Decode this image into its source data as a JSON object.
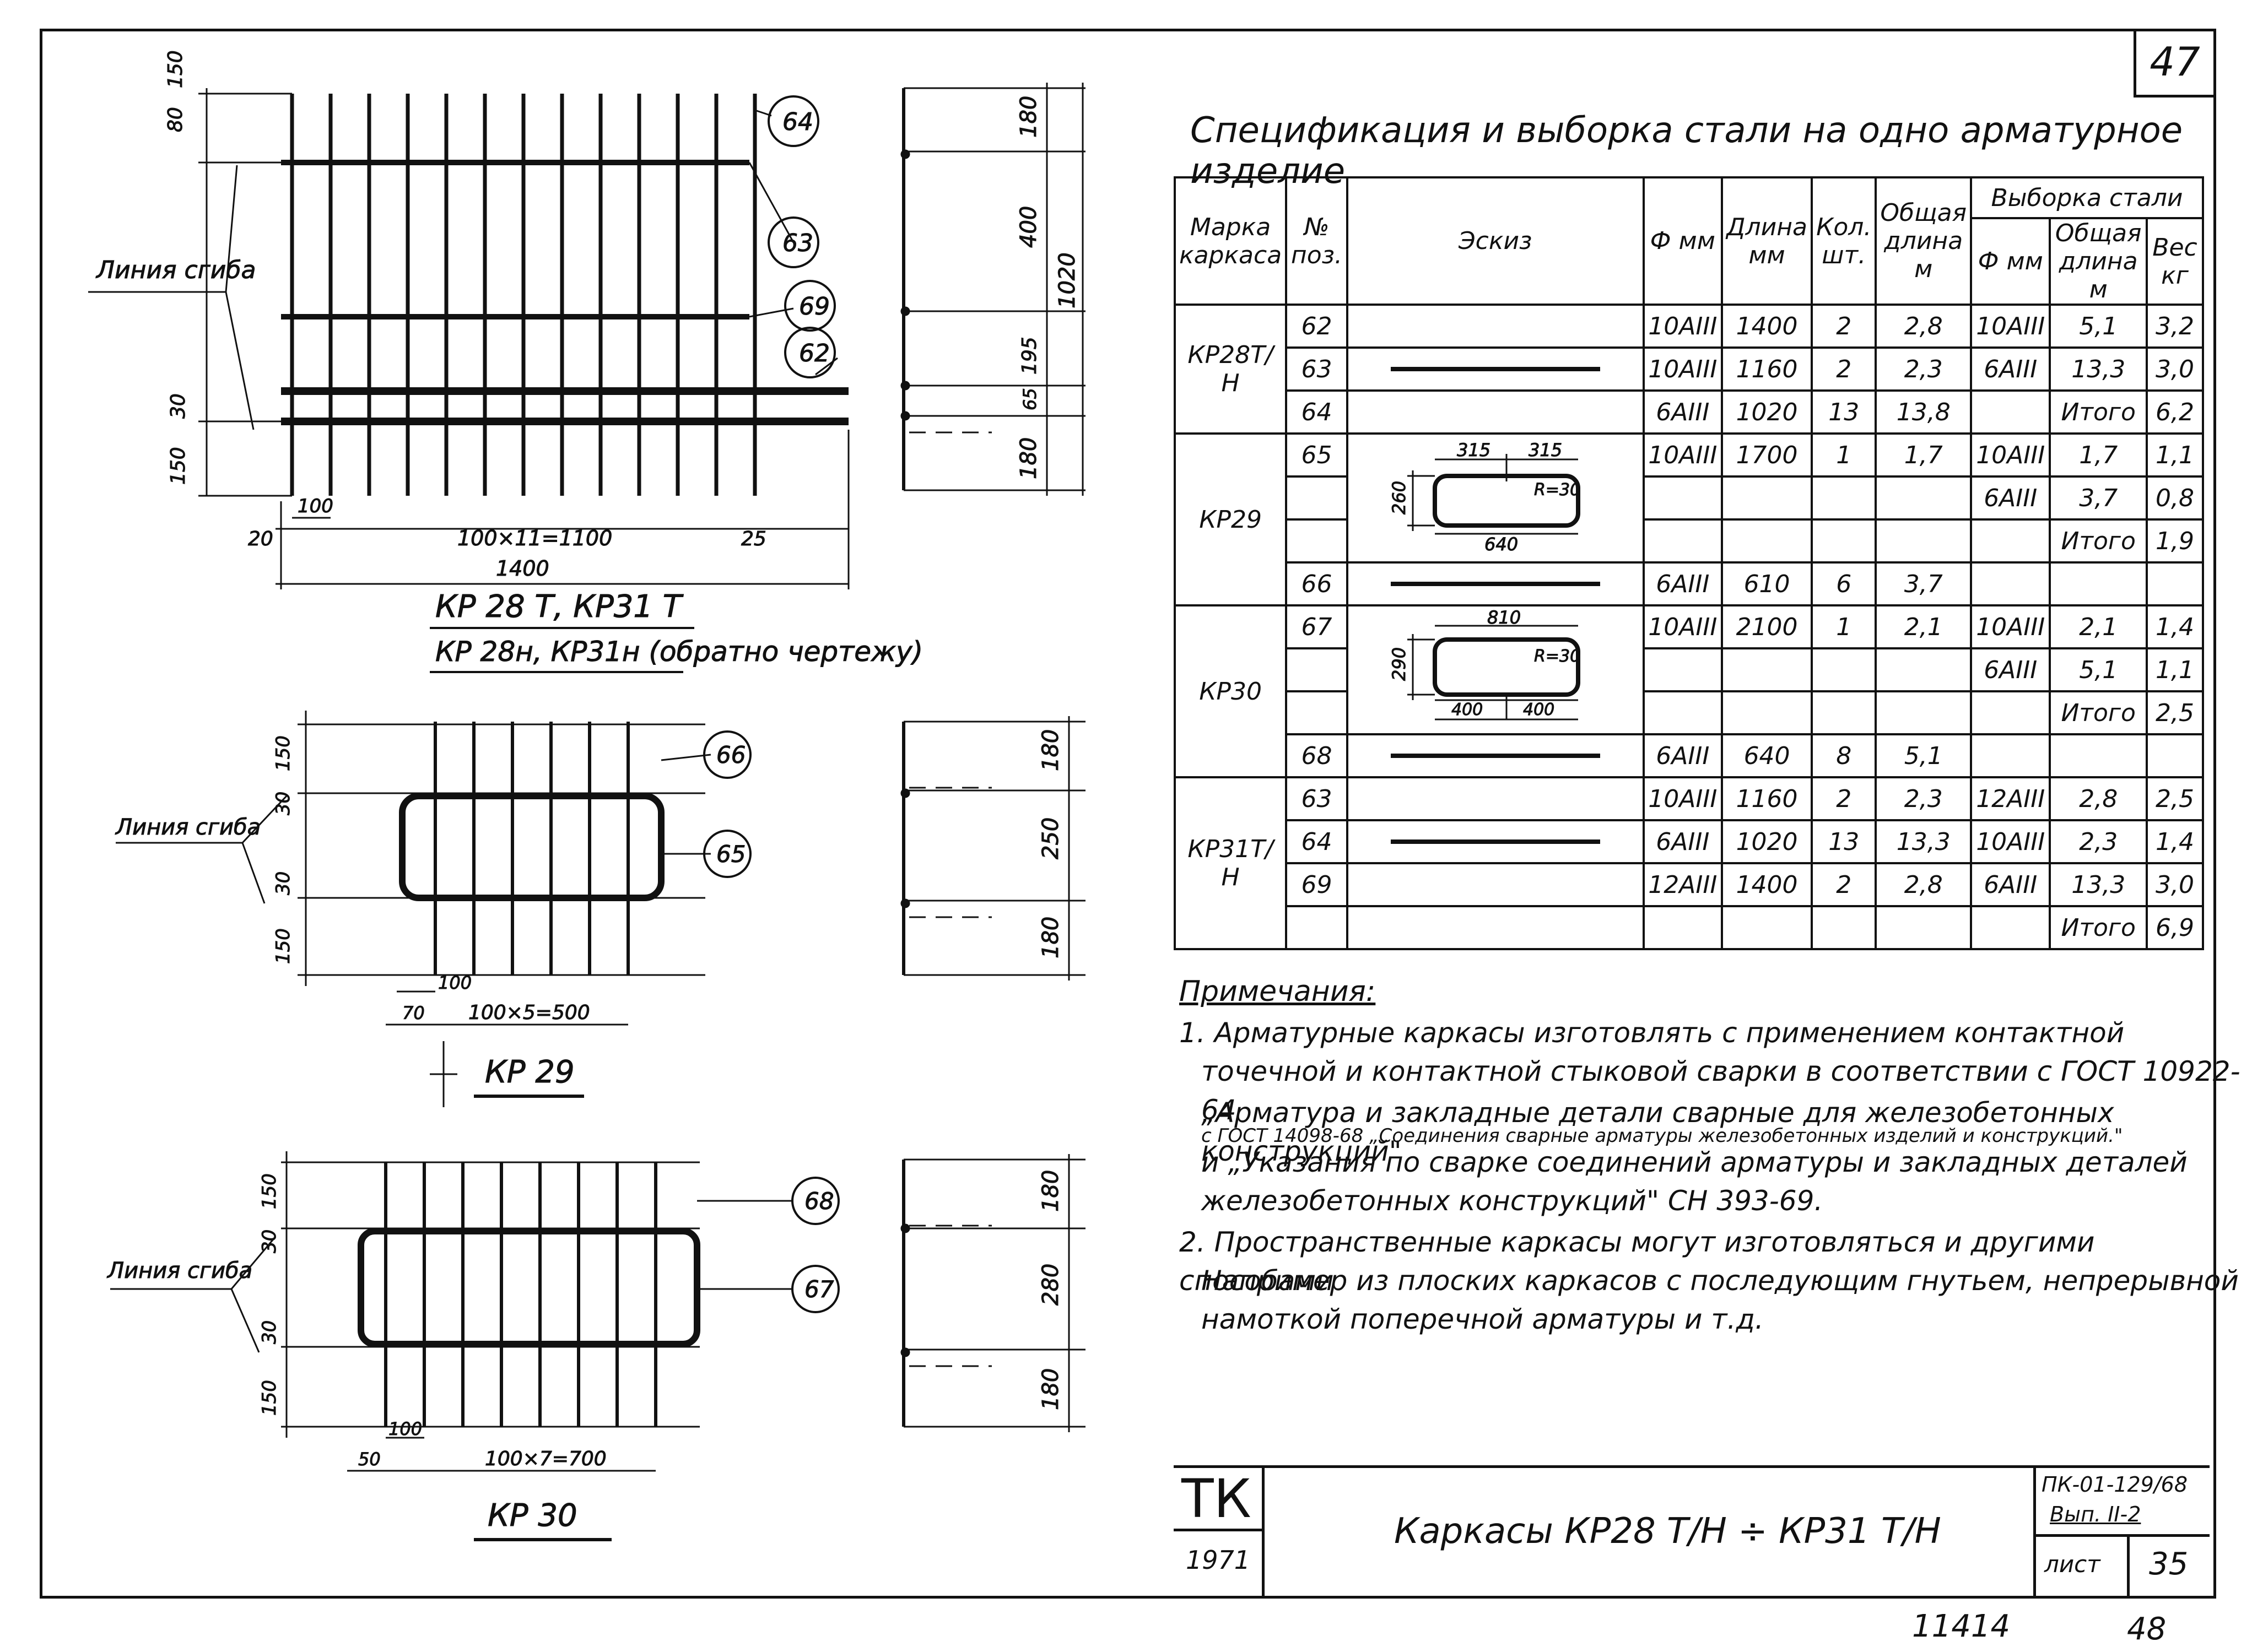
{
  "sheet_number": "47",
  "spec": {
    "title": "Спецификация и выборка стали на одно арматурное изделие",
    "headers": {
      "mark": "Марка каркаса",
      "pos": "№ поз.",
      "sketch": "Эскиз",
      "dia": "Ф мм",
      "length": "Длина мм",
      "qty": "Кол. шт.",
      "total_len": "Общая длина м",
      "selection": "Выборка стали",
      "sel_dia": "Ф мм",
      "sel_total_len": "Общая длина м",
      "weight": "Вес кг"
    },
    "groups": [
      {
        "mark": "КР28Т/Н",
        "rows": [
          {
            "pos": "62",
            "dia": "10АIII",
            "len": "1400",
            "qty": "2",
            "tot": "2,8",
            "sdia": "10АIII",
            "slen": "5,1",
            "w": "3,2"
          },
          {
            "pos": "63",
            "dia": "10АIII",
            "len": "1160",
            "qty": "2",
            "tot": "2,3",
            "sdia": "6АIII",
            "slen": "13,3",
            "w": "3,0"
          },
          {
            "pos": "64",
            "dia": "6АIII",
            "len": "1020",
            "qty": "13",
            "tot": "13,8",
            "sdia": "",
            "slen": "Итого",
            "w": "6,2"
          }
        ]
      },
      {
        "mark": "КР29",
        "rows": [
          {
            "pos": "65",
            "dia": "10АIII",
            "len": "1700",
            "qty": "1",
            "tot": "1,7",
            "sdia": "10АIII",
            "slen": "1,7",
            "w": "1,1"
          },
          {
            "pos": "",
            "dia": "",
            "len": "",
            "qty": "",
            "tot": "",
            "sdia": "6АIII",
            "slen": "3,7",
            "w": "0,8"
          },
          {
            "pos": "",
            "dia": "",
            "len": "",
            "qty": "",
            "tot": "",
            "sdia": "",
            "slen": "Итого",
            "w": "1,9"
          },
          {
            "pos": "66",
            "dia": "6АIII",
            "len": "610",
            "qty": "6",
            "tot": "3,7",
            "sdia": "",
            "slen": "",
            "w": ""
          }
        ]
      },
      {
        "mark": "КР30",
        "rows": [
          {
            "pos": "67",
            "dia": "10АIII",
            "len": "2100",
            "qty": "1",
            "tot": "2,1",
            "sdia": "10АIII",
            "slen": "2,1",
            "w": "1,4"
          },
          {
            "pos": "",
            "dia": "",
            "len": "",
            "qty": "",
            "tot": "",
            "sdia": "6АIII",
            "slen": "5,1",
            "w": "1,1"
          },
          {
            "pos": "",
            "dia": "",
            "len": "",
            "qty": "",
            "tot": "",
            "sdia": "",
            "slen": "Итого",
            "w": "2,5"
          },
          {
            "pos": "68",
            "dia": "6АIII",
            "len": "640",
            "qty": "8",
            "tot": "5,1",
            "sdia": "",
            "slen": "",
            "w": ""
          }
        ]
      },
      {
        "mark": "КР31Т/Н",
        "rows": [
          {
            "pos": "63",
            "dia": "10АIII",
            "len": "1160",
            "qty": "2",
            "tot": "2,3",
            "sdia": "12АIII",
            "slen": "2,8",
            "w": "2,5"
          },
          {
            "pos": "64",
            "dia": "6АIII",
            "len": "1020",
            "qty": "13",
            "tot": "13,3",
            "sdia": "10АIII",
            "slen": "2,3",
            "w": "1,4"
          },
          {
            "pos": "69",
            "dia": "12АIII",
            "len": "1400",
            "qty": "2",
            "tot": "2,8",
            "sdia": "6АIII",
            "slen": "13,3",
            "w": "3,0"
          },
          {
            "pos": "",
            "dia": "",
            "len": "",
            "qty": "",
            "tot": "",
            "sdia": "",
            "slen": "Итого",
            "w": "6,9"
          }
        ]
      }
    ],
    "sketch_labels": {
      "kr29_top": "315",
      "kr29_top2": "315",
      "kr29_h": "260",
      "kr29_r": "R=30",
      "kr29_w": "640",
      "kr30_top": "810",
      "kr30_h": "290",
      "kr30_r": "R=30",
      "kr30_b1": "400",
      "kr30_b2": "400"
    }
  },
  "notes": {
    "title": "Примечания:",
    "n1_l1": "1. Арматурные каркасы изготовлять с применением контактной",
    "n1_l2": "точечной и контактной стыковой сварки в соответствии с ГОСТ 10922-64",
    "n1_l3": "„Арматура и закладные детали сварные для железобетонных конструкций\"",
    "n1_l4": "с ГОСТ 14098-68 „Соединения сварные арматуры железобетонных изделий и конструкций.\"",
    "n1_l5": "и „Указания по сварке соединений арматуры и закладных деталей",
    "n1_l6": "железобетонных конструкций\" СН 393-69.",
    "n2_l1": "2. Пространственные каркасы могут изготовляться и другими способами",
    "n2_l2": "Например из плоских каркасов с последующим гнутьем, непрерывной",
    "n2_l3": "намоткой поперечной арматуры и т.д."
  },
  "stamp": {
    "org": "ТК",
    "year": "1971",
    "title": "Каркасы КР28 Т/Н ÷ КР31 Т/Н",
    "series": "ПК-01-129/68",
    "issue": "Вып. II-2",
    "sheet_label": "лист",
    "sheet": "35"
  },
  "bottom": {
    "left": "11414",
    "right": "48"
  },
  "drawing1": {
    "dim_80": "80",
    "dim_150a": "150",
    "dim_30": "30",
    "dim_150b": "150",
    "bend_line": "Линия сгиба",
    "pos64": "64",
    "pos63": "63",
    "pos69": "69",
    "pos62": "62",
    "dim_100": "100",
    "dim_20": "20",
    "dim_span": "100×11=1100",
    "dim_25": "25",
    "dim_1400": "1400",
    "caption1": "КР 28 Т, КР31 Т",
    "caption2": "КР 28н, КР31н (обратно чертежу)",
    "side_180a": "180",
    "side_400": "400",
    "side_1020": "1020",
    "side_195": "195",
    "side_65": "65",
    "side_180b": "180"
  },
  "drawing2": {
    "bend_line": "Линия сгиба",
    "dim_150a": "150",
    "dim_30a": "30",
    "dim_30b": "30",
    "dim_150b": "150",
    "pos66": "66",
    "pos65": "65",
    "dim_100": "100",
    "dim_70": "70",
    "dim_span": "100×5=500",
    "caption": "КР 29",
    "side_180a": "180",
    "side_250": "250",
    "side_180b": "180"
  },
  "drawing3": {
    "bend_line": "Линия сгиба",
    "dim_150a": "150",
    "dim_30a": "30",
    "dim_30b": "30",
    "dim_150b": "150",
    "pos68": "68",
    "pos67": "67",
    "dim_100": "100",
    "dim_50": "50",
    "dim_span": "100×7=700",
    "caption": "КР 30",
    "side_180a": "180",
    "side_280": "280",
    "side_180b": "180"
  }
}
